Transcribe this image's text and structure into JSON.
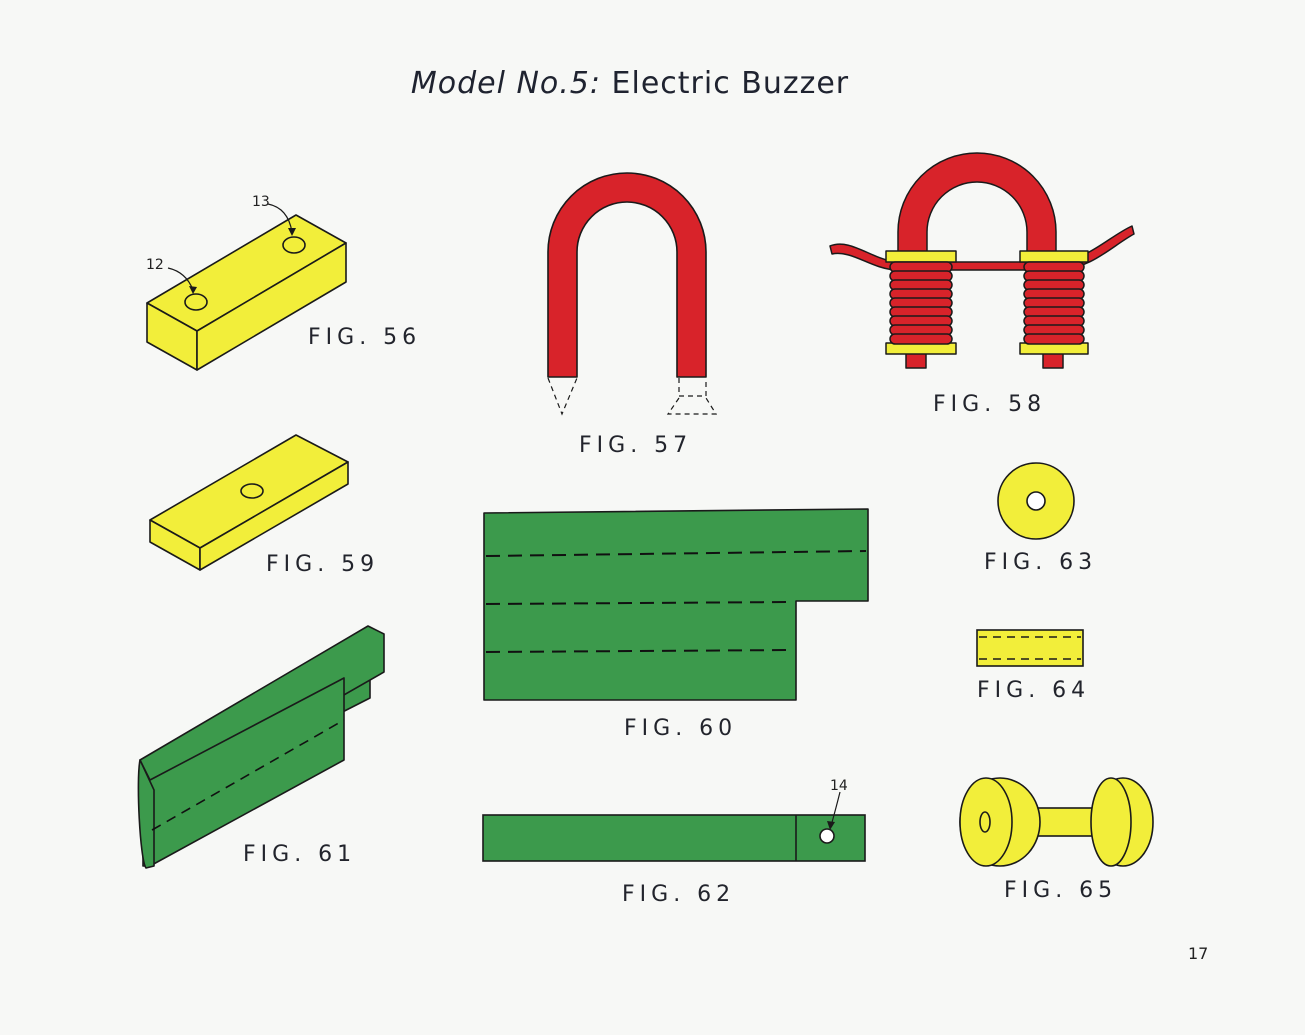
{
  "title": {
    "italic": "Model No.5:",
    "main": "Electric Buzzer"
  },
  "figures": {
    "f56": "FIG. 56",
    "f57": "FIG. 57",
    "f58": "FIG. 58",
    "f59": "FIG. 59",
    "f60": "FIG. 60",
    "f61": "FIG. 61",
    "f62": "FIG. 62",
    "f63": "FIG. 63",
    "f64": "FIG. 64",
    "f65": "FIG. 65"
  },
  "callouts": {
    "c12": "12",
    "c13": "13",
    "c14": "14"
  },
  "page_number": "17",
  "colors": {
    "yellow": "#f2ee3a",
    "red": "#d8232a",
    "green": "#3c9a4c",
    "outline": "#1a1a1a"
  }
}
